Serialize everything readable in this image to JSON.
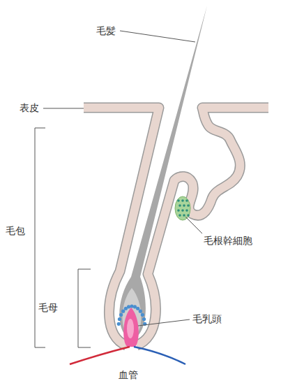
{
  "diagram": {
    "labels": [
      "毛髪",
      "表皮",
      "毛包",
      "毛母",
      "毛根幹細胞",
      "毛乳頭",
      "血管"
    ]
  }
}
